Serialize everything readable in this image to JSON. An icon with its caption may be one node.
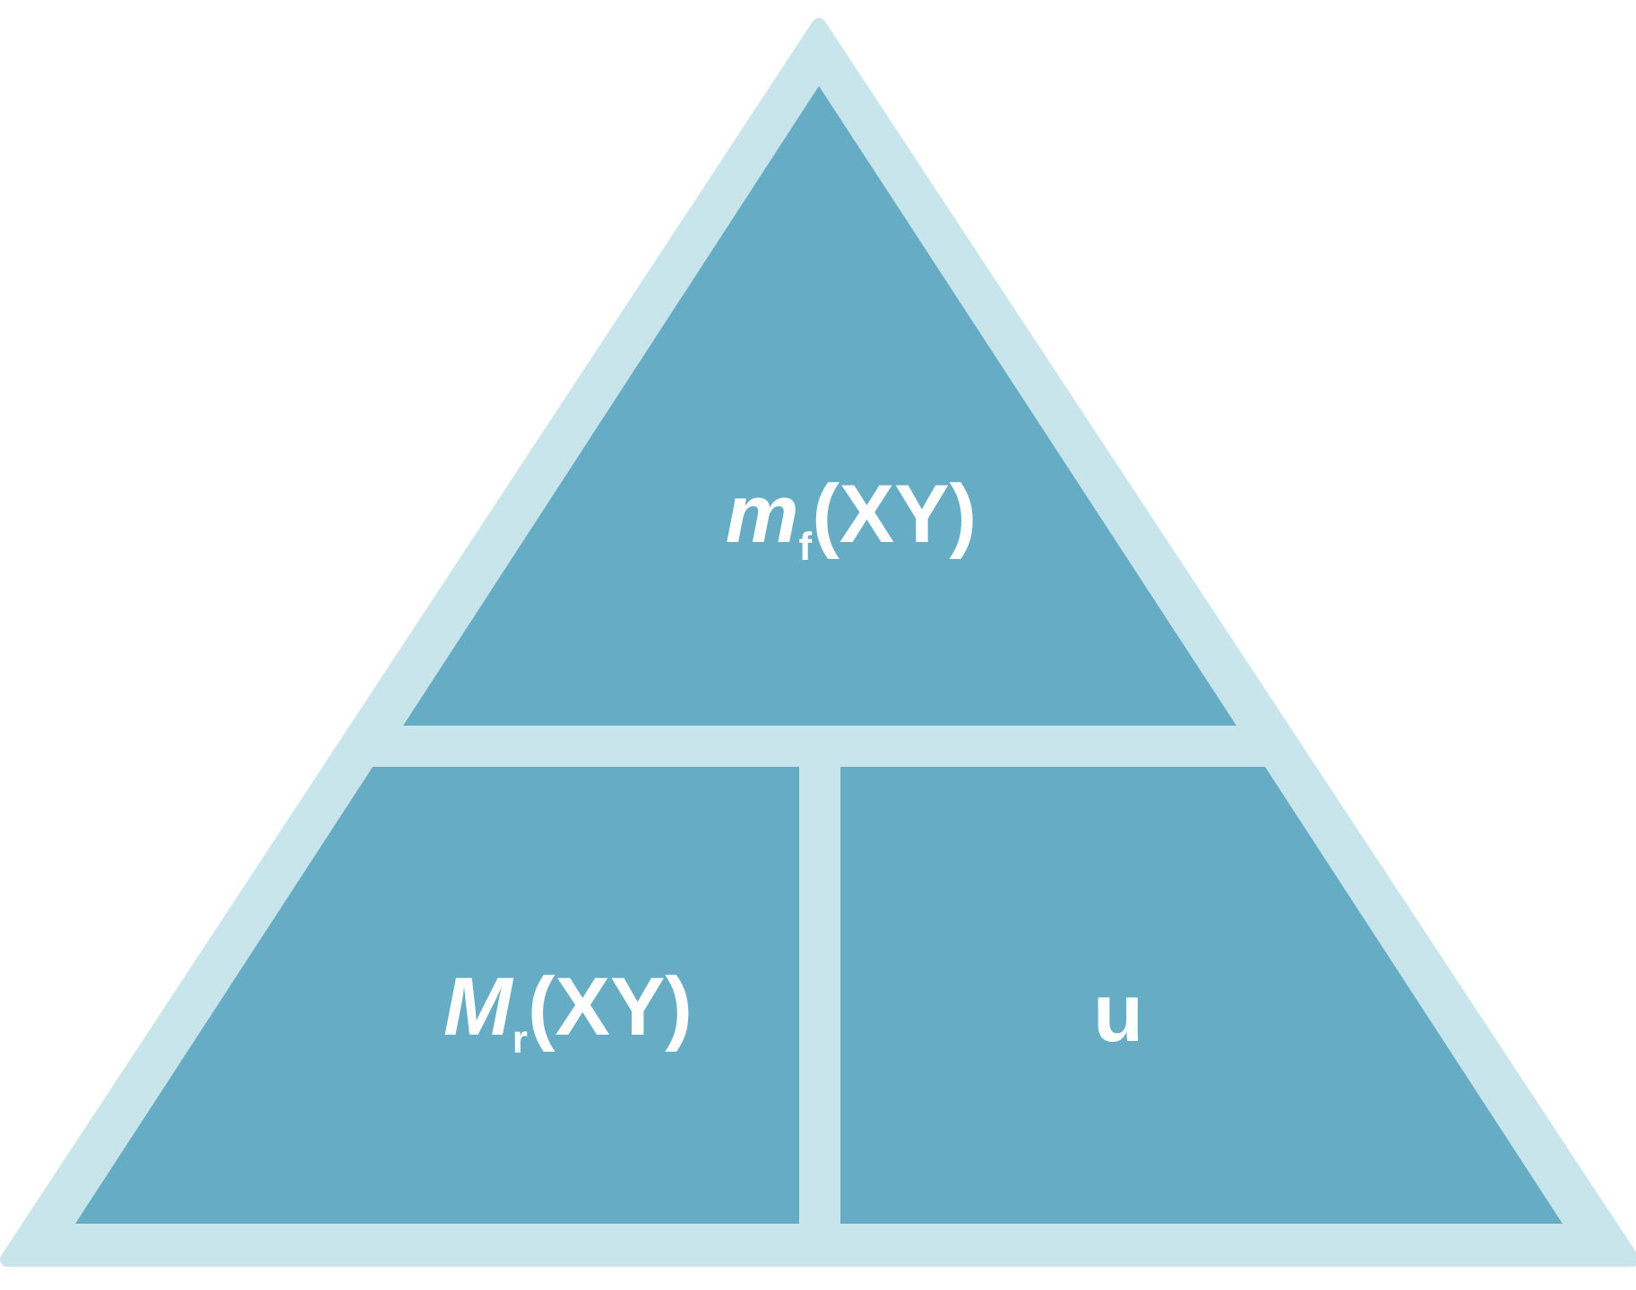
{
  "diagram": {
    "nodes": [
      {
        "text": [
          "*m*$_{f}$(XY)"
        ]
      },
      {
        "text": [
          "*M*$_{r}$(XY)"
        ]
      },
      {
        "text": [
          "u"
        ]
      }
    ]
  }
}
